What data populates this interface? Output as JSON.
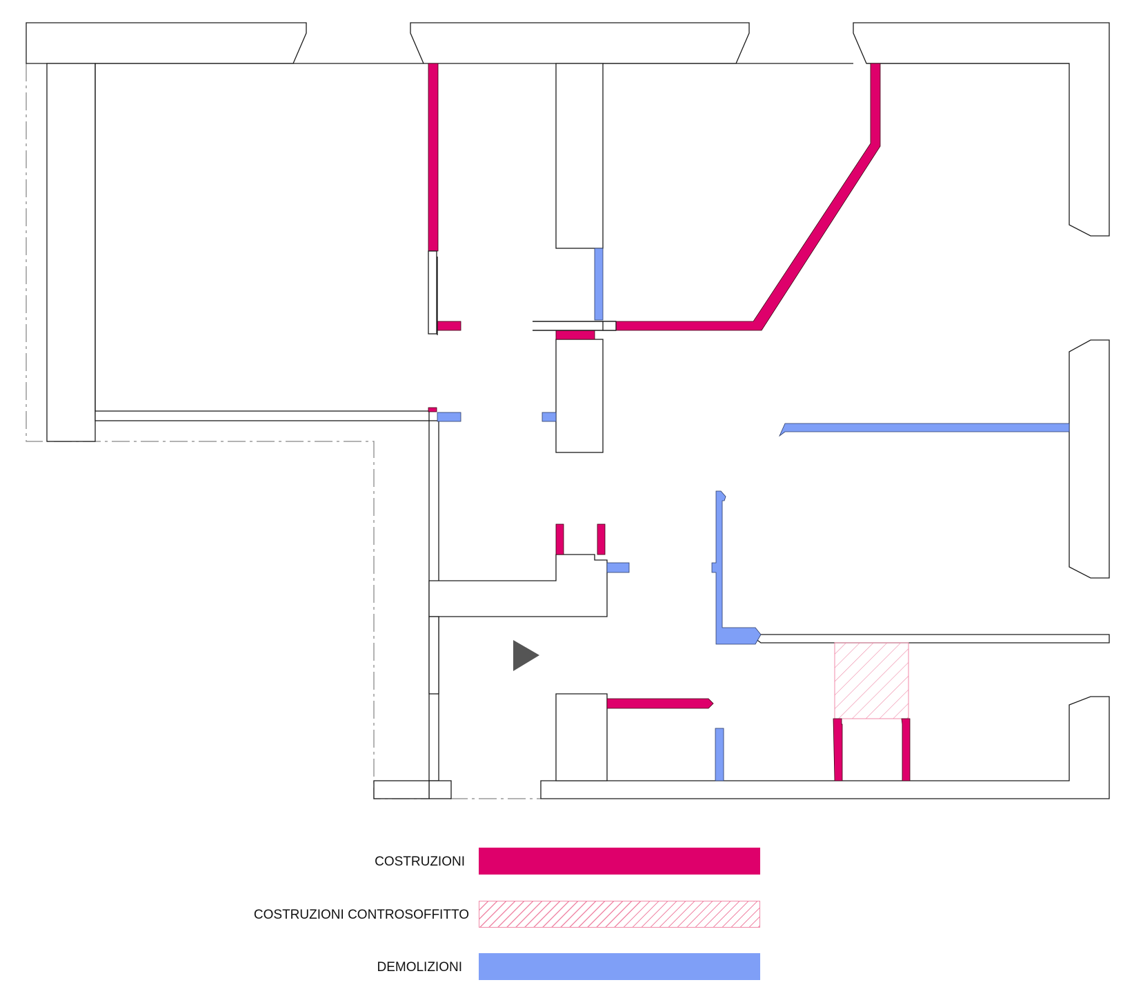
{
  "colors": {
    "costruzioni": "#de006b",
    "controsoffitto_hatch": "#f08aa8",
    "demolizioni": "#7f9ff7",
    "wall_outline": "#1a1a1a",
    "dashed_boundary": "#9a9a9a",
    "entrance_arrow": "#555555"
  },
  "icons": {
    "entrance": "entrance-arrow-icon"
  },
  "legend": {
    "costruzioni": "COSTRUZIONI",
    "costruzioni_controsoffitto": "COSTRUZIONI CONTROSOFFITTO",
    "demolizioni": "DEMOLIZIONI"
  }
}
